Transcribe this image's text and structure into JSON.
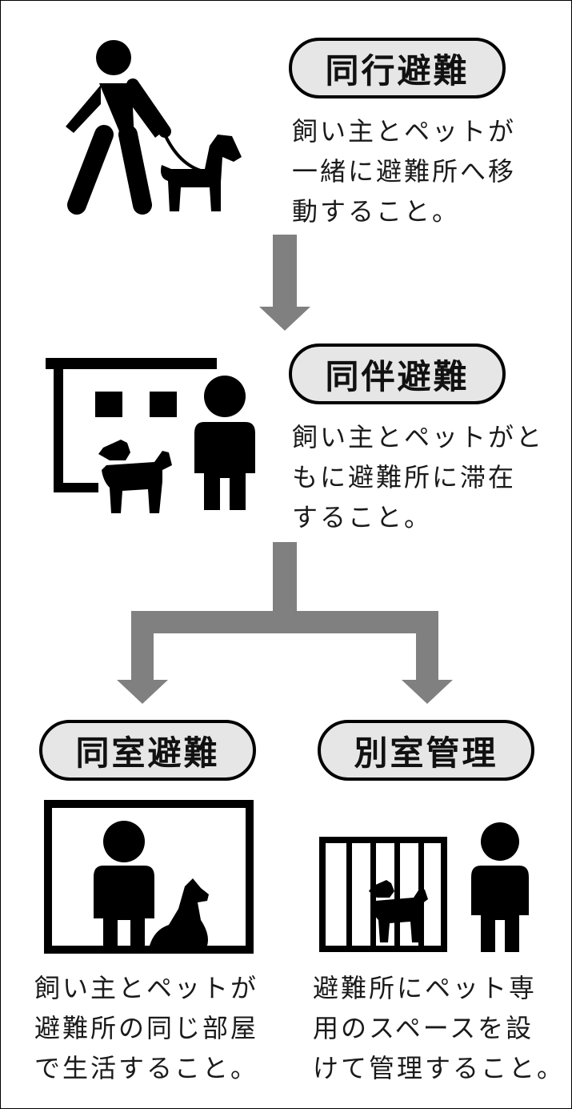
{
  "steps": {
    "doko": {
      "title": "同行避難",
      "lines": [
        "飼い主とペットが",
        "一緒に避難所へ移",
        "動すること。"
      ],
      "icon": "person-walking-dog-icon"
    },
    "dohan": {
      "title": "同伴避難",
      "lines": [
        "飼い主とペットがと",
        "もに避難所に滞在",
        "すること。"
      ],
      "icon": "shelter-person-dog-icon"
    },
    "doshitsu": {
      "title": "同室避難",
      "lines": [
        "飼い主とペットが",
        "避難所の同じ部屋",
        "で生活すること。"
      ],
      "icon": "room-person-dog-icon"
    },
    "bekkan": {
      "title": "別室管理",
      "lines": [
        "避難所にペット専",
        "用のスペースを設",
        "けて管理すること。"
      ],
      "icon": "caged-dog-person-icon"
    }
  },
  "colors": {
    "pill_fill": "#e6e6e6",
    "arrow": "#808080",
    "icon": "#000000",
    "text": "#1a1a1a"
  }
}
